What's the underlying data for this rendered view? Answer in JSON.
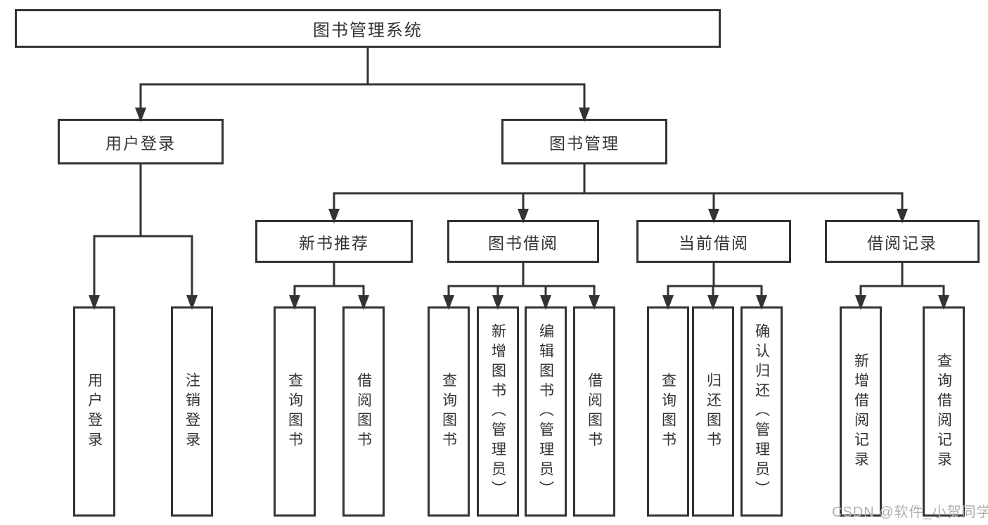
{
  "tree": {
    "label": "图书管理系统",
    "children": [
      {
        "label": "用户登录",
        "children": [
          {
            "label": "用户登录"
          },
          {
            "label": "注销登录"
          }
        ]
      },
      {
        "label": "图书管理",
        "children": [
          {
            "label": "新书推荐",
            "children": [
              {
                "label": "查询图书"
              },
              {
                "label": "借阅图书"
              }
            ]
          },
          {
            "label": "图书借阅",
            "children": [
              {
                "label": "查询图书"
              },
              {
                "label": "新增图书（管理员）"
              },
              {
                "label": "编辑图书（管理员）"
              },
              {
                "label": "借阅图书"
              }
            ]
          },
          {
            "label": "当前借阅",
            "children": [
              {
                "label": "查询图书"
              },
              {
                "label": "归还图书"
              },
              {
                "label": "确认归还（管理员）"
              }
            ]
          },
          {
            "label": "借阅记录",
            "children": [
              {
                "label": "新增借阅记录"
              },
              {
                "label": "查询借阅记录"
              }
            ]
          }
        ]
      }
    ]
  },
  "watermark": {
    "text": "CSDN @软件_小贺同学"
  },
  "colors": {
    "line": "#333333",
    "text": "#333333",
    "box_background": "#ffffff",
    "watermark": "#b0b0b0",
    "background": "#ffffff"
  }
}
